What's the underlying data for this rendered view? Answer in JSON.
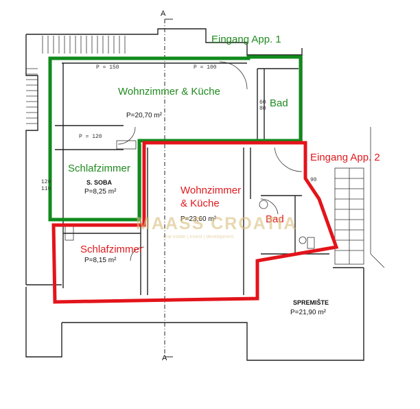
{
  "section_marker": "A",
  "apartments": [
    {
      "entrance": "Eingang App. 1",
      "living": "Wohnzimmer & Küche",
      "bedroom": "Schlafzimmer",
      "bath": "Bad",
      "outline_color": "#108a1c"
    },
    {
      "entrance": "Eingang App. 2",
      "living_line1": "Wohnzimmer",
      "living_line2": "& Küche",
      "bedroom": "Schlafzimmer",
      "bath": "Bad",
      "outline_color": "#e3141b"
    }
  ],
  "rooms": {
    "area_top": "P=20,70 m²",
    "soba_name": "S. SOBA",
    "soba_area": "P=8,25 m²",
    "center_area": "P=23,60 m²",
    "lower_left_area": "P=8,15 m²",
    "storage_name": "SPREMIŠTE",
    "storage_area": "P=21,90 m²"
  },
  "small_labels": {
    "dim_60_80": "60\n80",
    "dim_90": "90",
    "dim_120": "120",
    "dim_110": "110",
    "door_p150": "P = 150",
    "door_p100": "P = 100",
    "door_p120": "P = 120"
  },
  "watermark": {
    "brand": "MAASS CROATIA",
    "tagline": "real estate | invest | development"
  }
}
